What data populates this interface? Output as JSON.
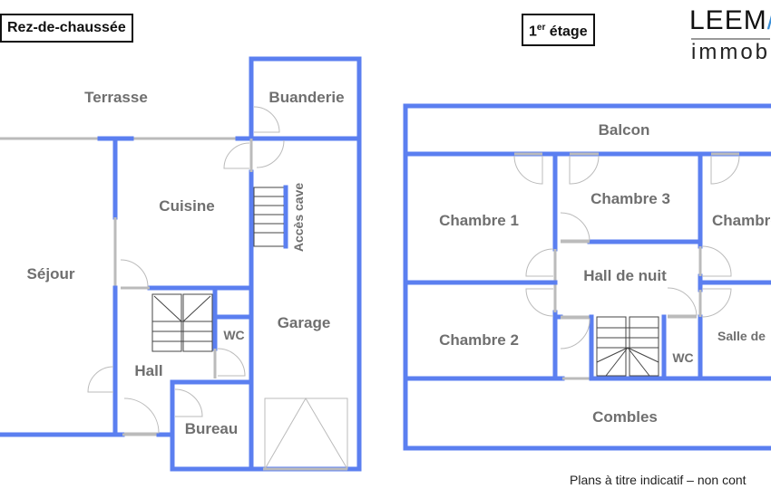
{
  "ground_floor": {
    "title": "Rez-de-chaussée",
    "rooms": {
      "terrasse": "Terrasse",
      "buanderie": "Buanderie",
      "cuisine": "Cuisine",
      "acces_cave": "Accès cave",
      "sejour": "Séjour",
      "garage": "Garage",
      "hall": "Hall",
      "wc": "WC",
      "bureau": "Bureau"
    }
  },
  "first_floor": {
    "title_num": "1",
    "title_sup": "er",
    "title_rest": " étage",
    "rooms": {
      "balcon": "Balcon",
      "chambre1": "Chambre 1",
      "chambre3": "Chambre 3",
      "chambre4": "Chambre",
      "hall_nuit": "Hall de nuit",
      "chambre2": "Chambre 2",
      "wc": "WC",
      "salle": "Salle de",
      "combles": "Combles"
    }
  },
  "logo": {
    "line1a": "LEEM",
    "line1b": "/",
    "line2": "immob"
  },
  "footer_note": "Plans à titre indicatif – non cont",
  "colors": {
    "wall": "#5b7ff0",
    "label": "#6f6f6f"
  }
}
